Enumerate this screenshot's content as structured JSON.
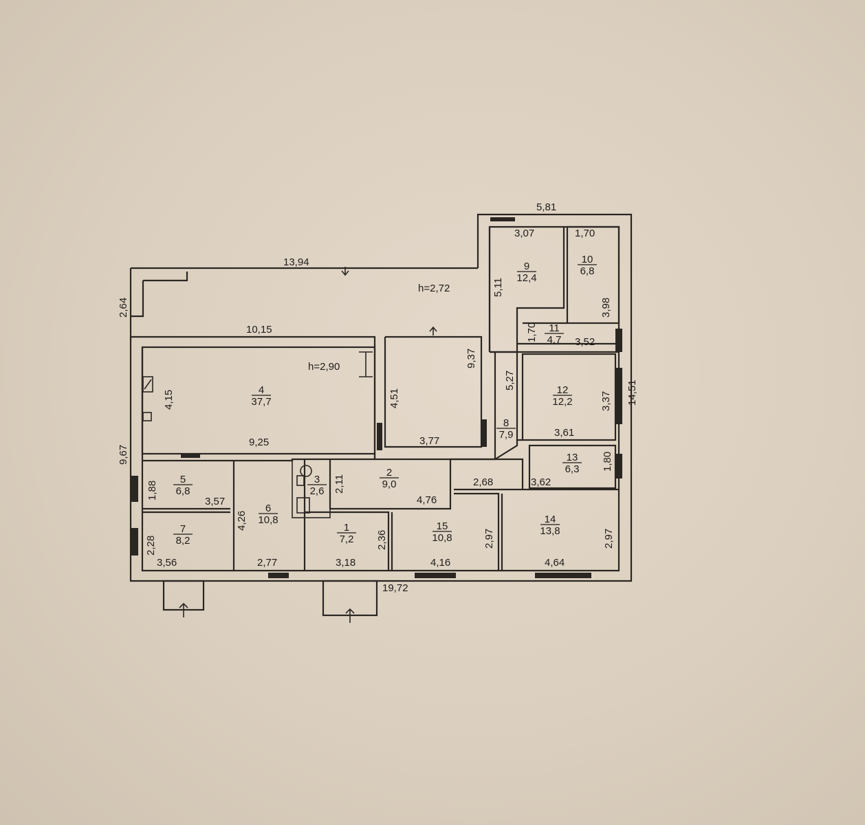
{
  "rooms": [
    {
      "num": "1",
      "area": "7,2"
    },
    {
      "num": "2",
      "area": "9,0"
    },
    {
      "num": "3",
      "area": "2,6"
    },
    {
      "num": "4",
      "area": "37,7"
    },
    {
      "num": "5",
      "area": "6,8"
    },
    {
      "num": "6",
      "area": "10,8"
    },
    {
      "num": "7",
      "area": "8,2"
    },
    {
      "num": "8",
      "area": "7,9"
    },
    {
      "num": "9",
      "area": "12,4"
    },
    {
      "num": "10",
      "area": "6,8"
    },
    {
      "num": "11",
      "area": "4,7"
    },
    {
      "num": "12",
      "area": "12,2"
    },
    {
      "num": "13",
      "area": "6,3"
    },
    {
      "num": "14",
      "area": "13,8"
    },
    {
      "num": "15",
      "area": "10,8"
    }
  ],
  "heights": {
    "veranda": "h=2,72",
    "main": "h=2,90"
  },
  "dimensions": {
    "top_annex": "5,81",
    "r9_top": "3,07",
    "r10_top": "1,70",
    "veranda_length": "13,94",
    "veranda_depth": "2,64",
    "r9_side": "5,11",
    "r10_side": "3,98",
    "r11_side": "1,70",
    "r11_width": "3,52",
    "r4_top": "10,15",
    "r4_side": "4,15",
    "r4_bottom": "9,25",
    "hall_side": "4,51",
    "hall_bottom": "3,77",
    "hall_right": "9,37",
    "r8_side": "5,27",
    "r12_side": "3,37",
    "r12_width": "3,61",
    "right_total": "14,51",
    "r13_side": "1,80",
    "r13_width": "3,62",
    "r15_top": "2,68",
    "left_total": "9,67",
    "r5_side": "1,88",
    "r5_width": "3,57",
    "r3_side": "2,11",
    "r2_width": "4,76",
    "r6_side": "4,26",
    "r1_side": "2,36",
    "r15_side": "2,97",
    "r14_side": "2,97",
    "r7_side": "2,28",
    "r7_width": "3,56",
    "r6_width": "2,77",
    "r1_width": "3,18",
    "r15_width": "4,16",
    "r14_width": "4,64",
    "bottom_total": "19,72"
  }
}
